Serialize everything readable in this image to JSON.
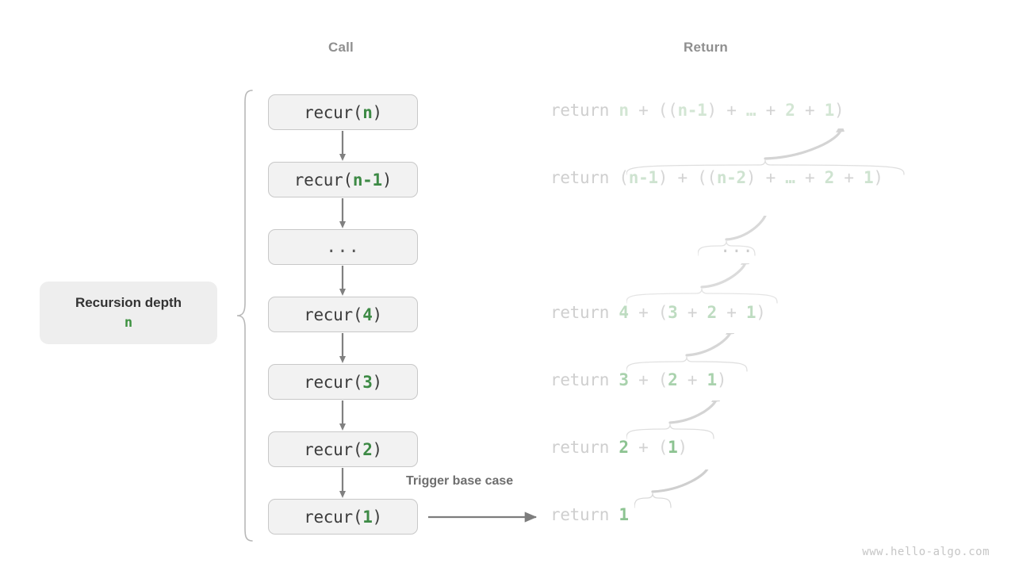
{
  "headers": {
    "call": "Call",
    "return": "Return"
  },
  "depth_label": {
    "title": "Recursion depth",
    "value": "n"
  },
  "call_stack": [
    {
      "prefix": "recur(",
      "arg": "n",
      "suffix": ")",
      "is_dots": false
    },
    {
      "prefix": "recur(",
      "arg": "n-1",
      "suffix": ")",
      "is_dots": false
    },
    {
      "prefix": "",
      "arg": "...",
      "suffix": "",
      "is_dots": true
    },
    {
      "prefix": "recur(",
      "arg": "4",
      "suffix": ")",
      "is_dots": false
    },
    {
      "prefix": "recur(",
      "arg": "3",
      "suffix": ")",
      "is_dots": false
    },
    {
      "prefix": "recur(",
      "arg": "2",
      "suffix": ")",
      "is_dots": false
    },
    {
      "prefix": "recur(",
      "arg": "1",
      "suffix": ")",
      "is_dots": false
    }
  ],
  "returns": [
    {
      "keyword": "return ",
      "expr": "n + ((n-1) + … + 2 + 1)"
    },
    {
      "keyword": "return ",
      "expr": "(n-1) + ((n-2) + … + 2 + 1)"
    },
    {
      "keyword": "",
      "expr": "..."
    },
    {
      "keyword": "return ",
      "expr": "4 + (3 + 2 + 1)"
    },
    {
      "keyword": "return ",
      "expr": "3 + (2 + 1)"
    },
    {
      "keyword": "return ",
      "expr": "2 + (1)"
    },
    {
      "keyword": "return ",
      "expr": "1"
    }
  ],
  "trigger": {
    "label": "Trigger base case"
  },
  "watermark": "www.hello-algo.com",
  "colors": {
    "green_bright": "#3d8a45",
    "green_faded": "#a9d2ad",
    "box_fill": "#f2f2f2",
    "box_border": "#c8c8c8",
    "arrow_gray": "#808080",
    "text_dark": "#3c3c3c",
    "text_muted": "#8f8f8f",
    "faded_gray": "#cfcfcf"
  }
}
